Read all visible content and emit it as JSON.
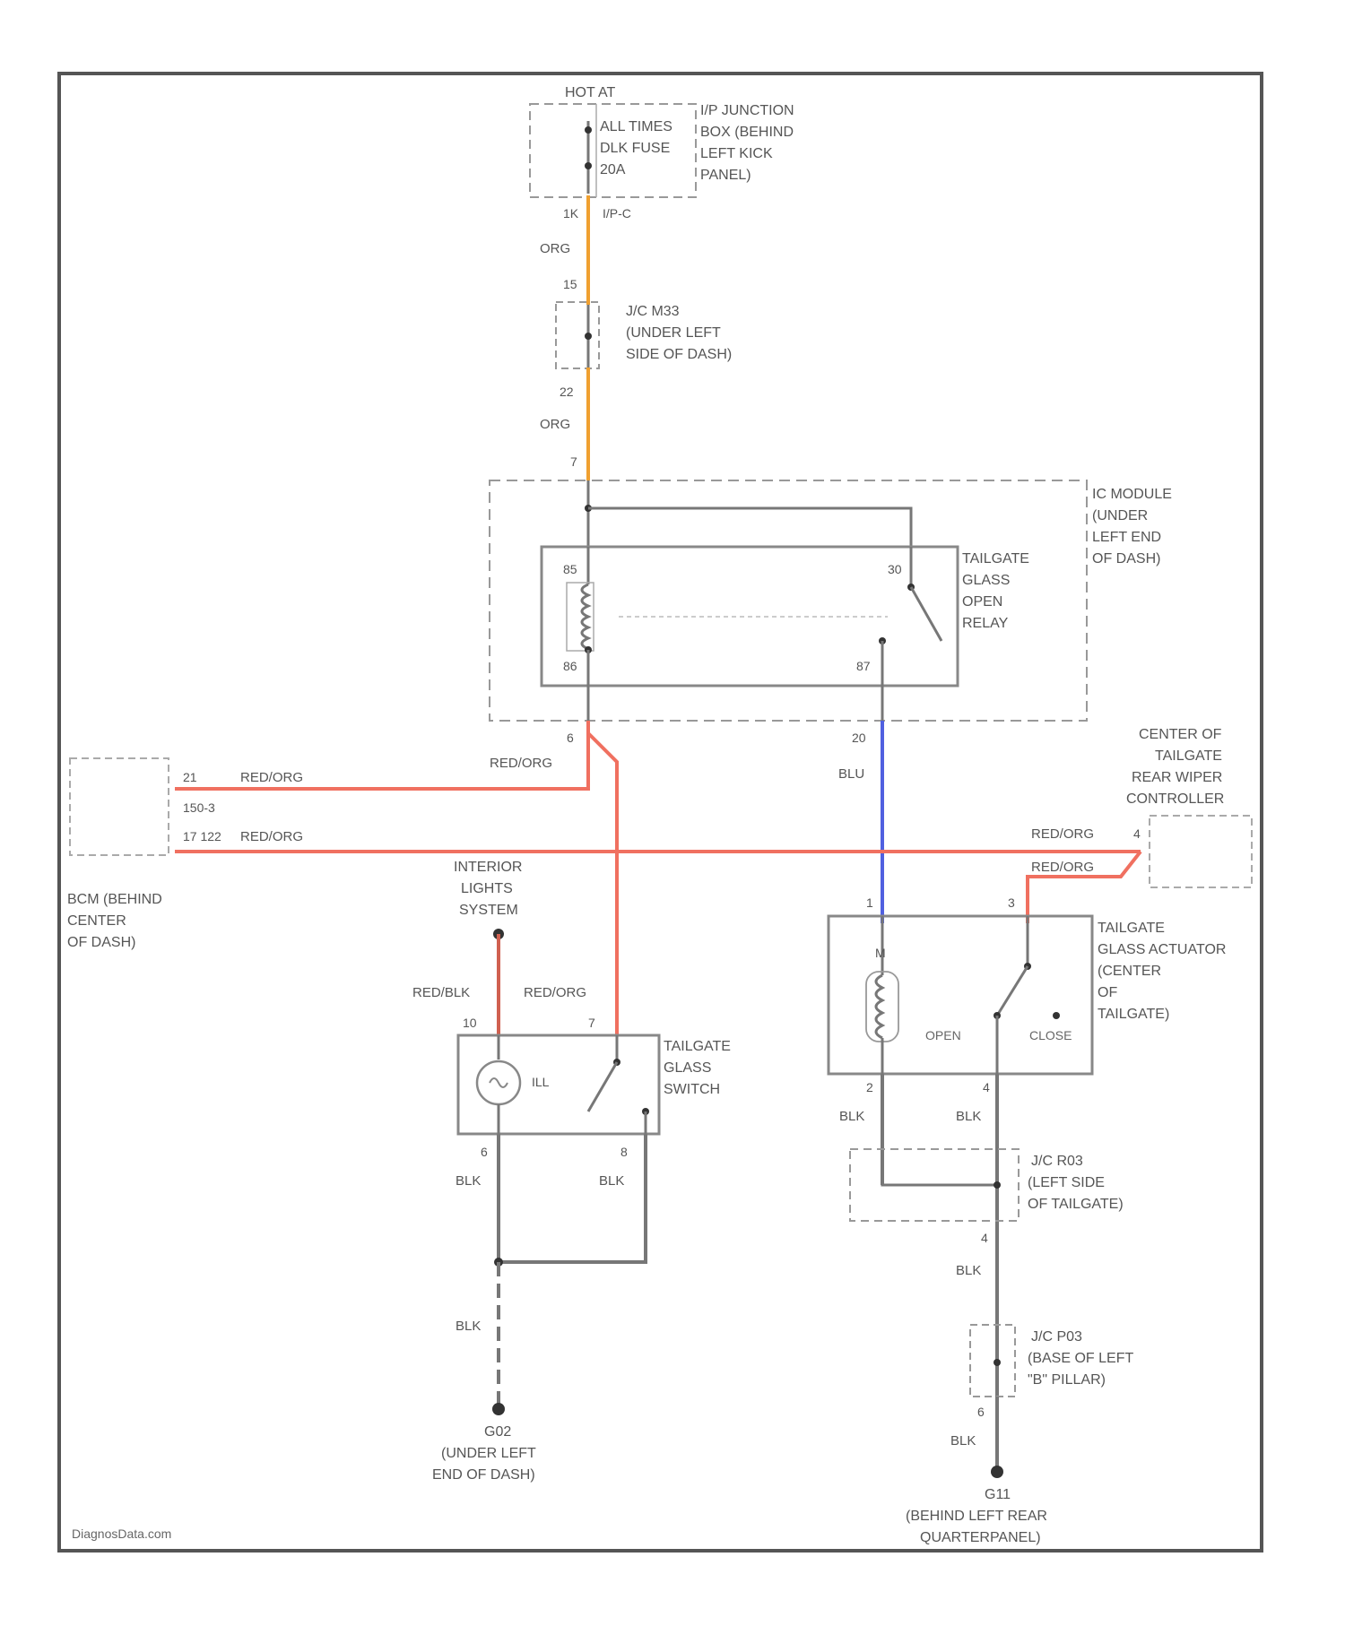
{
  "colors": {
    "frame": "#555555",
    "wire_org": "#f0a030",
    "wire_red_org": "#f07060",
    "wire_red_blk": "#d06050",
    "wire_blu": "#5060e0",
    "wire_blk": "#777777",
    "box_line": "#888888"
  },
  "fuse_block": {
    "header": "HOT AT",
    "lines": [
      "ALL TIMES",
      "DLK FUSE",
      "20A"
    ],
    "location": [
      "I/P JUNCTION",
      "BOX (BEHIND",
      "LEFT KICK",
      "PANEL)"
    ],
    "pin": "1K",
    "connector": "I/P-C"
  },
  "wire_org_1": {
    "color": "ORG",
    "pin_top": "15"
  },
  "connector_ac": {
    "label": [
      "J/C M33",
      "(UNDER LEFT",
      "SIDE OF DASH)"
    ]
  },
  "wire_org_2": {
    "pin": "22",
    "color": "ORG",
    "pin_bottom": "7"
  },
  "ic_module": {
    "label": [
      "IC MODULE",
      "(UNDER",
      "LEFT END",
      "OF DASH)"
    ]
  },
  "relay": {
    "label": [
      "TAILGATE",
      "GLASS",
      "OPEN",
      "RELAY"
    ],
    "pin_85": "85",
    "pin_86": "86",
    "pin_30": "30",
    "pin_87": "87"
  },
  "wire_relay_out": {
    "pin": "6",
    "color": "RED/ORG"
  },
  "wire_blu": {
    "pin": "20",
    "color": "BLU",
    "pin_bottom": "1"
  },
  "bcm": {
    "label": [
      "BCM (BEHIND",
      "CENTER",
      "OF DASH)"
    ],
    "pin_top": "21",
    "connector_top": "150-3",
    "color_top": "RED/ORG",
    "pin_bottom_text": "17 122",
    "color_bottom": "RED/ORG"
  },
  "wiper_controller": {
    "label": [
      "CENTER OF",
      "TAILGATE",
      "REAR WIPER",
      "CONTROLLER"
    ],
    "pin": "4",
    "color_1": "RED/ORG",
    "color_2": "RED/ORG"
  },
  "interior_lights": {
    "label": [
      "INTERIOR",
      "LIGHTS",
      "SYSTEM"
    ]
  },
  "switch": {
    "label": [
      "TAILGATE",
      "GLASS",
      "SWITCH"
    ],
    "wire_left_color": "RED/BLK",
    "wire_right_color": "RED/ORG",
    "pin_left_top": "10",
    "pin_right_top": "7",
    "lamp_text": "ILL",
    "pin_left_bottom": "6",
    "pin_right_bottom": "8",
    "color_left_bottom": "BLK",
    "color_right_bottom": "BLK"
  },
  "ground_left": {
    "wire_color": "BLK",
    "id": "G02",
    "label": [
      "(UNDER LEFT",
      "END OF DASH)"
    ]
  },
  "actuator": {
    "label": [
      "TAILGATE",
      "GLASS ACTUATOR",
      "(CENTER",
      "OF",
      "TAILGATE)"
    ],
    "pin_top_right": "3",
    "motor_text": "M",
    "open_text": "OPEN",
    "close_text": "CLOSE",
    "pin_bottom_left": "2",
    "pin_bottom_right": "4",
    "color_left": "BLK",
    "color_right": "BLK"
  },
  "connector_r03": {
    "label": [
      "J/C R03",
      "(LEFT SIDE",
      "OF TAILGATE)"
    ],
    "pin_bottom": "4",
    "wire_color": "BLK"
  },
  "connector_p03": {
    "label": [
      "J/C P03",
      "(BASE OF LEFT",
      "\"B\" PILLAR)"
    ],
    "pin_bottom": "6",
    "wire_color": "BLK"
  },
  "ground_right": {
    "id": "G11",
    "label": [
      "(BEHIND LEFT REAR",
      "QUARTERPANEL)"
    ]
  },
  "watermark": "DiagnosData.com"
}
